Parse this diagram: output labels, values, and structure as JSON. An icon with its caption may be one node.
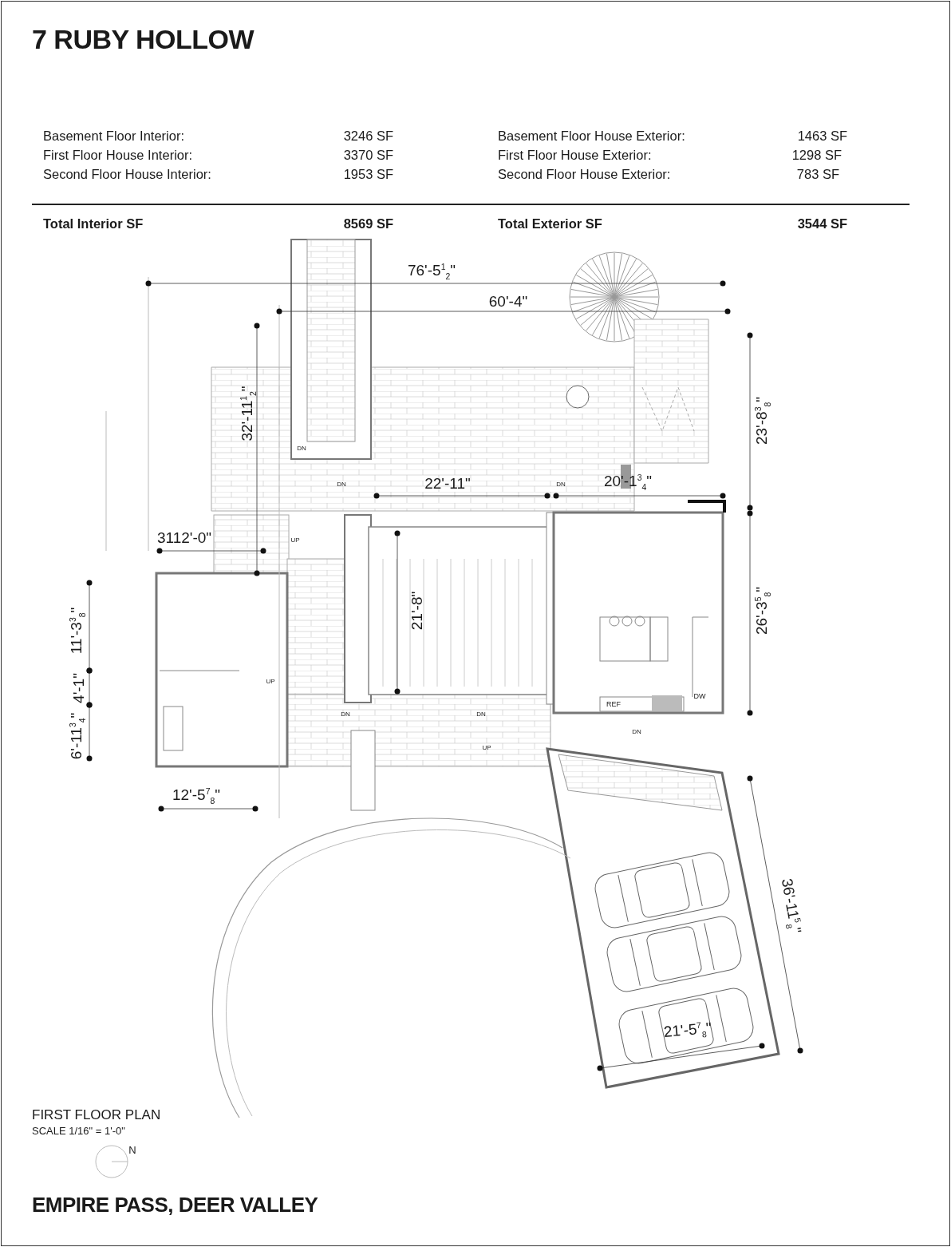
{
  "diagram": {
    "title": "7 RUBY HOLLOW",
    "caption": "EMPIRE PASS, DEER VALLEY",
    "labels": [
      "Basement Floor Interior:",
      "3246 SF",
      "Basement Floor House Exterior:",
      "1463 SF",
      "First Floor House Interior:",
      "3370 SF",
      "First Floor House Exterior:",
      "1298 SF",
      "Second Floor House Interior:",
      "1953 SF",
      "Second Floor House Exterior:",
      "783 SF",
      "Total Interior SF",
      "8569 SF",
      "Total Exterior SF",
      "3544 SF",
      "76'-5$^{1}$$_{2}$\"",
      "60'-4\"",
      "32'-11$^{1}$$_{2}$\"",
      "23'-8$^{3}$$_{8}$\"",
      "DN",
      "DN",
      "22'-11\"",
      "DN",
      "20'-1$^{3}$$_{4}$\"",
      "3112'-0\"",
      "UP",
      "21'-8\"",
      "11'-3$^{3}$$_{8}$\"",
      "26'-3$^{5}$$_{8}$\"",
      "4'-1\"",
      "UP",
      "DW",
      "6'-11$^{3}$$_{4}$\"",
      "REF",
      "DN",
      "DN",
      "DN",
      "UP",
      "12'-5$^{7}$$_{8}$\"",
      "36'-11$^{5}$$_{8}$\"",
      "21'-5$^{7}$$_{8}$\"",
      "FIRST FLOOR PLAN",
      "SCALE 1/16\" = 1'-0\"",
      "N"
    ]
  }
}
